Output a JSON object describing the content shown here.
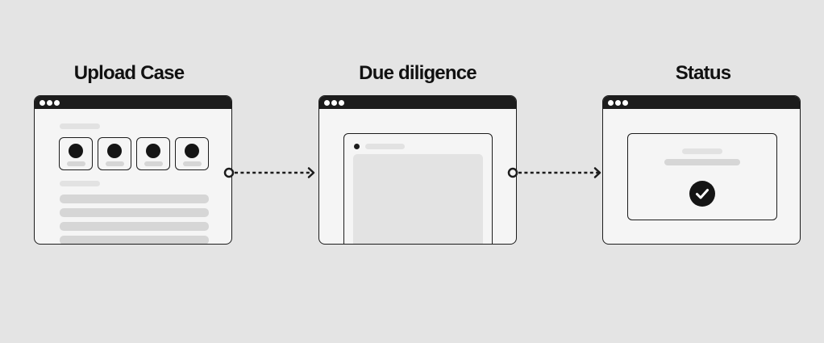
{
  "steps": [
    {
      "title": "Upload Case"
    },
    {
      "title": "Due diligence"
    },
    {
      "title": "Status"
    }
  ],
  "colors": {
    "background": "#e4e4e4",
    "ink": "#1c1c1c",
    "window_fill": "#f5f5f5",
    "placeholder": "#d6d6d6",
    "placeholder_light": "#e2e2e2"
  },
  "icons": {
    "connector": "dotted-arrow-icon",
    "status": "checkmark-circle-icon"
  }
}
